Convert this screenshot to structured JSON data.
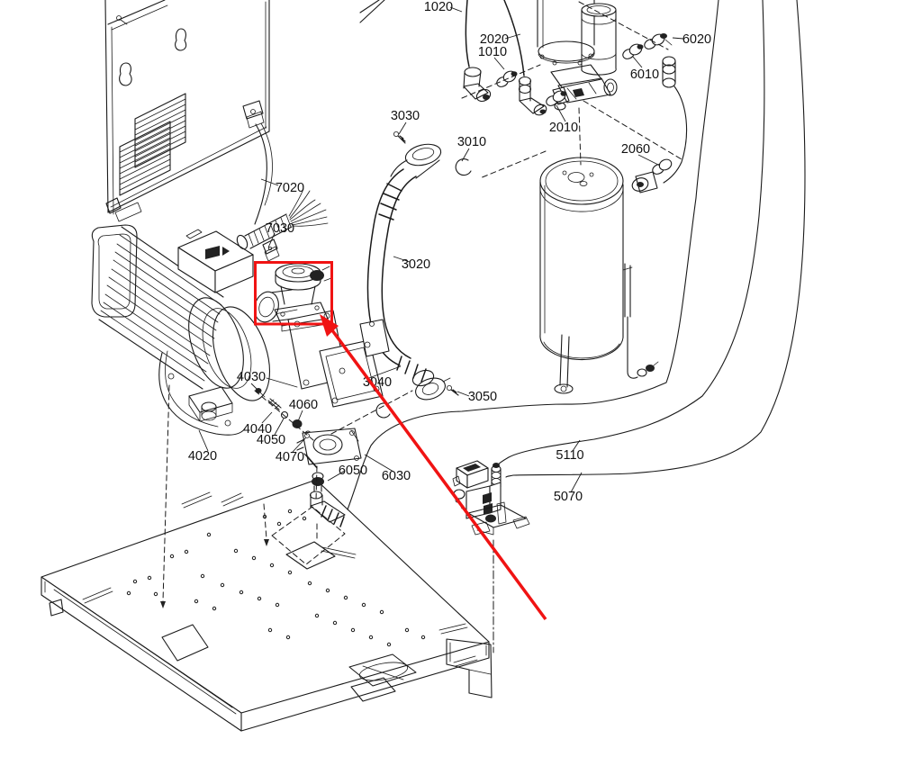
{
  "diagram": {
    "kind": "exploded-parts-diagram",
    "description_visible_text_only": true
  },
  "colors": {
    "background": "#ffffff",
    "ink": "#1a1a1a",
    "highlight": "#f01313"
  },
  "highlight": {
    "shape": "rectangle-with-arrow",
    "color": "#f01313"
  },
  "parts": {
    "p1020": "1020",
    "p2020": "2020",
    "p1010": "1010",
    "p6020": "6020",
    "p6010": "6010",
    "p2010": "2010",
    "p2060": "2060",
    "p3030": "3030",
    "p3010": "3010",
    "p3020": "3020",
    "p3040": "3040",
    "p3050": "3050",
    "p7020": "7020",
    "p7030": "7030",
    "p4020": "4020",
    "p4030": "4030",
    "p4040": "4040",
    "p4050": "4050",
    "p4060": "4060",
    "p4070": "4070",
    "p6050": "6050",
    "p6030": "6030",
    "p5110": "5110",
    "p5070": "5070"
  }
}
